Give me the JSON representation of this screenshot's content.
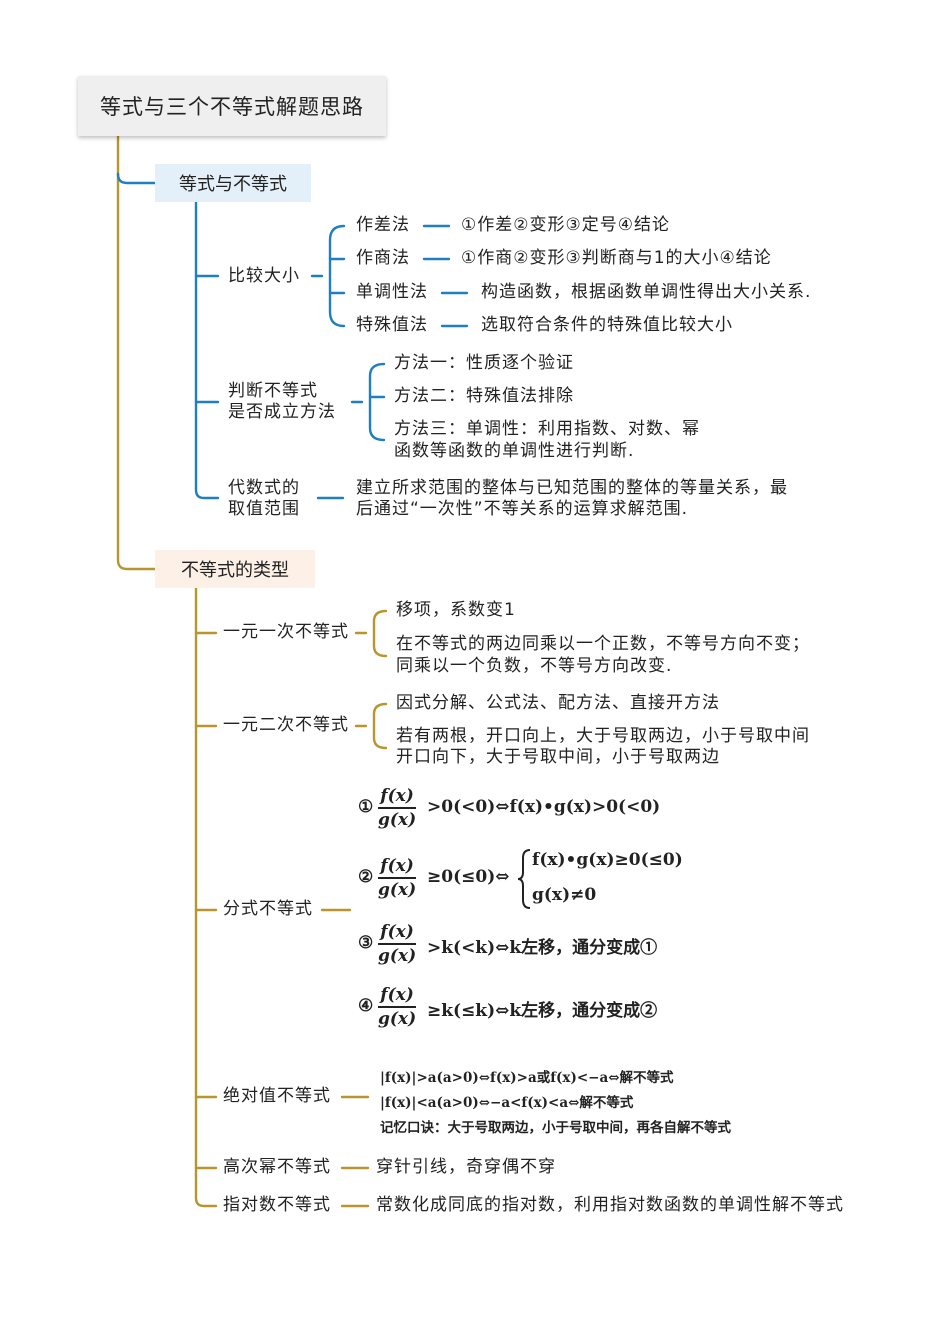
{
  "title": "等式与三个不等式解题思路",
  "colors": {
    "line_blue": "#1f7fc0",
    "line_gold": "#b8952e",
    "root_bg": "#efefef",
    "blue_bg": "#e3f0fa",
    "peach_bg": "#fdf0e6"
  },
  "section1": {
    "label": "等式与不等式",
    "compare": {
      "label": "比较大小",
      "methods": [
        {
          "name": "作差法",
          "desc": "①作差②变形③定号④结论"
        },
        {
          "name": "作商法",
          "desc": "①作商②变形③判断商与1的大小④结论"
        },
        {
          "name": "单调性法",
          "desc": "构造函数，根据函数单调性得出大小关系."
        },
        {
          "name": "特殊值法",
          "desc": "选取符合条件的特殊值比较大小"
        }
      ]
    },
    "judge": {
      "label_line1": "判断不等式",
      "label_line2": "是否成立方法",
      "methods": [
        "方法一：性质逐个验证",
        "方法二：特殊值法排除",
        "方法三：单调性：利用指数、对数、幂",
        "函数等函数的单调性进行判断."
      ]
    },
    "range": {
      "label_line1": "代数式的",
      "label_line2": "取值范围",
      "desc_line1": "建立所求范围的整体与已知范围的整体的等量关系，最",
      "desc_line2": "后通过“一次性”不等关系的运算求解范围."
    }
  },
  "section2": {
    "label": "不等式的类型",
    "linear": {
      "label": "一元一次不等式",
      "items": [
        "移项，系数变1",
        "在不等式的两边同乘以一个正数，不等号方向不变；",
        "同乘以一个负数，不等号方向改变."
      ]
    },
    "quadratic": {
      "label": "一元二次不等式",
      "items": [
        "因式分解、公式法、配方法、直接开方法",
        "若有两根，开口向上，大于号取两边，小于号取中间",
        "开口向下，大于号取中间，小于号取两边"
      ]
    },
    "fraction": {
      "label": "分式不等式",
      "num": "f(x)",
      "den": "g(x)",
      "f1": {
        "mark": "①",
        "rhs": ">0(<0)⇔f(x)•g(x)>0(<0)"
      },
      "f2": {
        "mark": "②",
        "rhs": "≥0(≤0)⇔",
        "case1": "f(x)•g(x)≥0(≤0)",
        "case2": "g(x)≠0"
      },
      "f3": {
        "mark": "③",
        "rhs": ">k(<k)⇔k左移，通分变成①"
      },
      "f4": {
        "mark": "④",
        "rhs": "≥k(≤k)⇔k左移，通分变成②"
      }
    },
    "absolute": {
      "label": "绝对值不等式",
      "lines": [
        "|f(x)|>a(a>0)⇔f(x)>a或f(x)<−a⇔解不等式",
        "|f(x)|<a(a>0)⇔−a<f(x)<a⇔解不等式",
        "记忆口诀：大于号取两边，小于号取中间，再各自解不等式"
      ]
    },
    "highpower": {
      "label": "高次幂不等式",
      "desc": "穿针引线，奇穿偶不穿"
    },
    "explog": {
      "label": "指对数不等式",
      "desc": "常数化成同底的指对数，利用指对数函数的单调性解不等式"
    }
  }
}
